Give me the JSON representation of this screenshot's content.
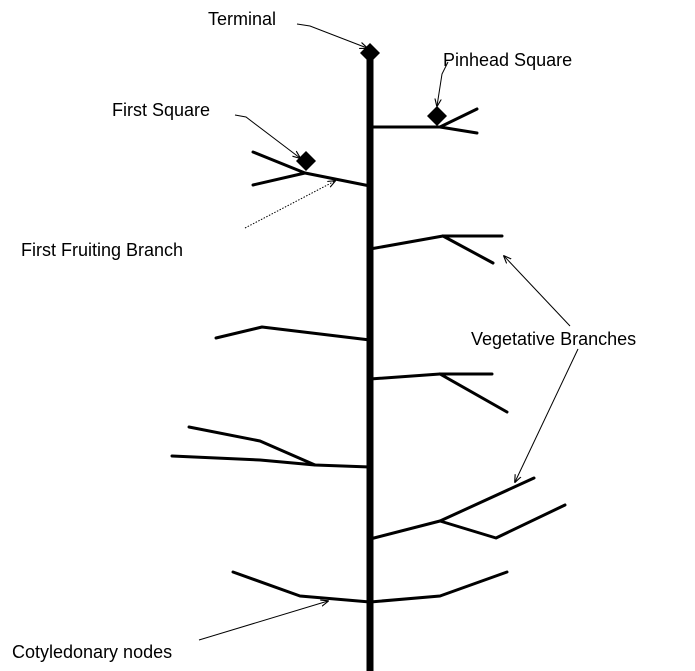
{
  "labels": {
    "terminal": "Terminal",
    "pinhead_square": "Pinhead Square",
    "first_square": "First Square",
    "first_fruiting_branch": "First Fruiting Branch",
    "vegetative_branches": "Vegetative Branches",
    "cotyledonary_nodes": "Cotyledonary nodes"
  },
  "colors": {
    "ink": "#000000",
    "background": "#ffffff"
  }
}
